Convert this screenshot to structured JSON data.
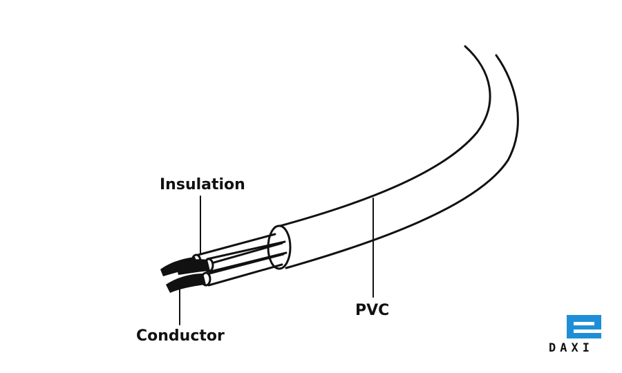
{
  "labels": {
    "insulation": "Insulation",
    "conductor": "Conductor",
    "pvc": "PVC"
  },
  "logo": {
    "text": "DAXI",
    "brand_color": "#1e8fd6"
  }
}
